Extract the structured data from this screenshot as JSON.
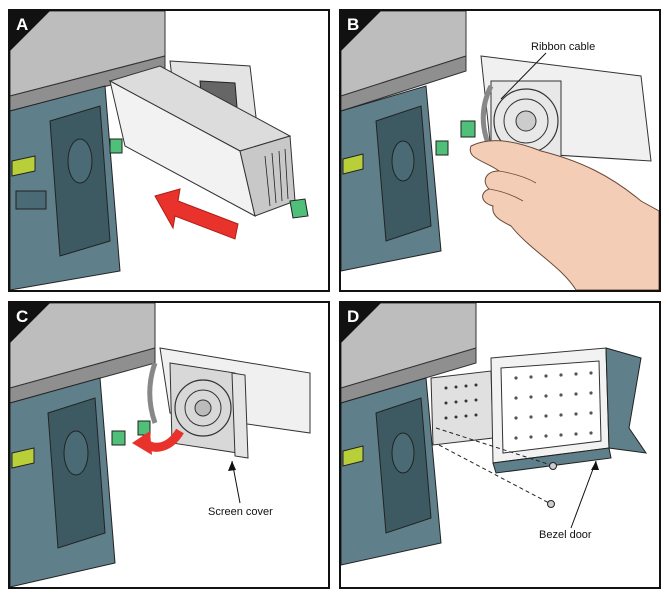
{
  "panels": [
    {
      "label": "A"
    },
    {
      "label": "B",
      "callout": "Ribbon cable"
    },
    {
      "label": "C",
      "callout": "Screen cover"
    },
    {
      "label": "D",
      "callout": "Bezel door"
    }
  ],
  "colors": {
    "chassis_top": "#bdbdbd",
    "chassis_side": "#8f8f8f",
    "bezel": "#5f7f8a",
    "bezel_dark": "#3d5a63",
    "lcd": "#b9cf3a",
    "latch_green": "#4fbf7a",
    "arrow_red": "#e8322b",
    "skin": "#f3cdb5",
    "metal": "#e4e4e4"
  }
}
